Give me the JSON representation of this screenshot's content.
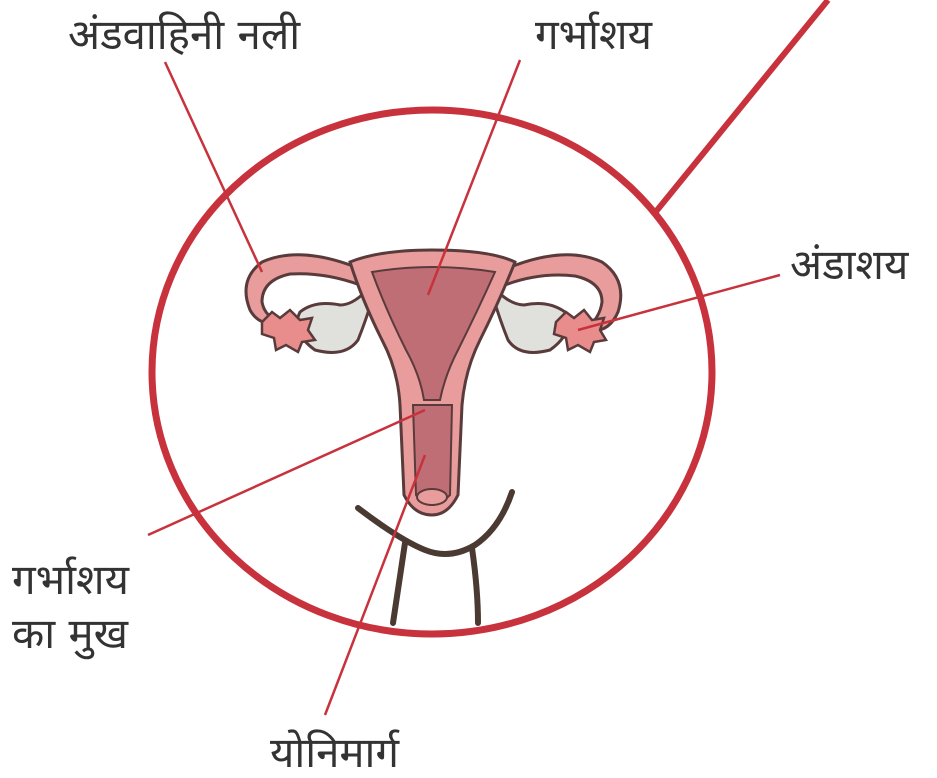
{
  "labels": {
    "fallopian_tube": "अंडवाहिनी नली",
    "uterus": "गर्भाशय",
    "ovary": "अंडाशय",
    "cervix_line1": "गर्भाशय",
    "cervix_line2": "का मुख",
    "vagina": "योनिमार्ग"
  },
  "colors": {
    "circle_and_leader_lines": "#c8323c",
    "label_text": "#333333",
    "uterus_fill": "#e89c9c",
    "uterus_inner": "#c06e75",
    "ovary_fill": "#e0e0dc",
    "outline": "#5a3b3b",
    "body_outline": "#4a3a32"
  }
}
